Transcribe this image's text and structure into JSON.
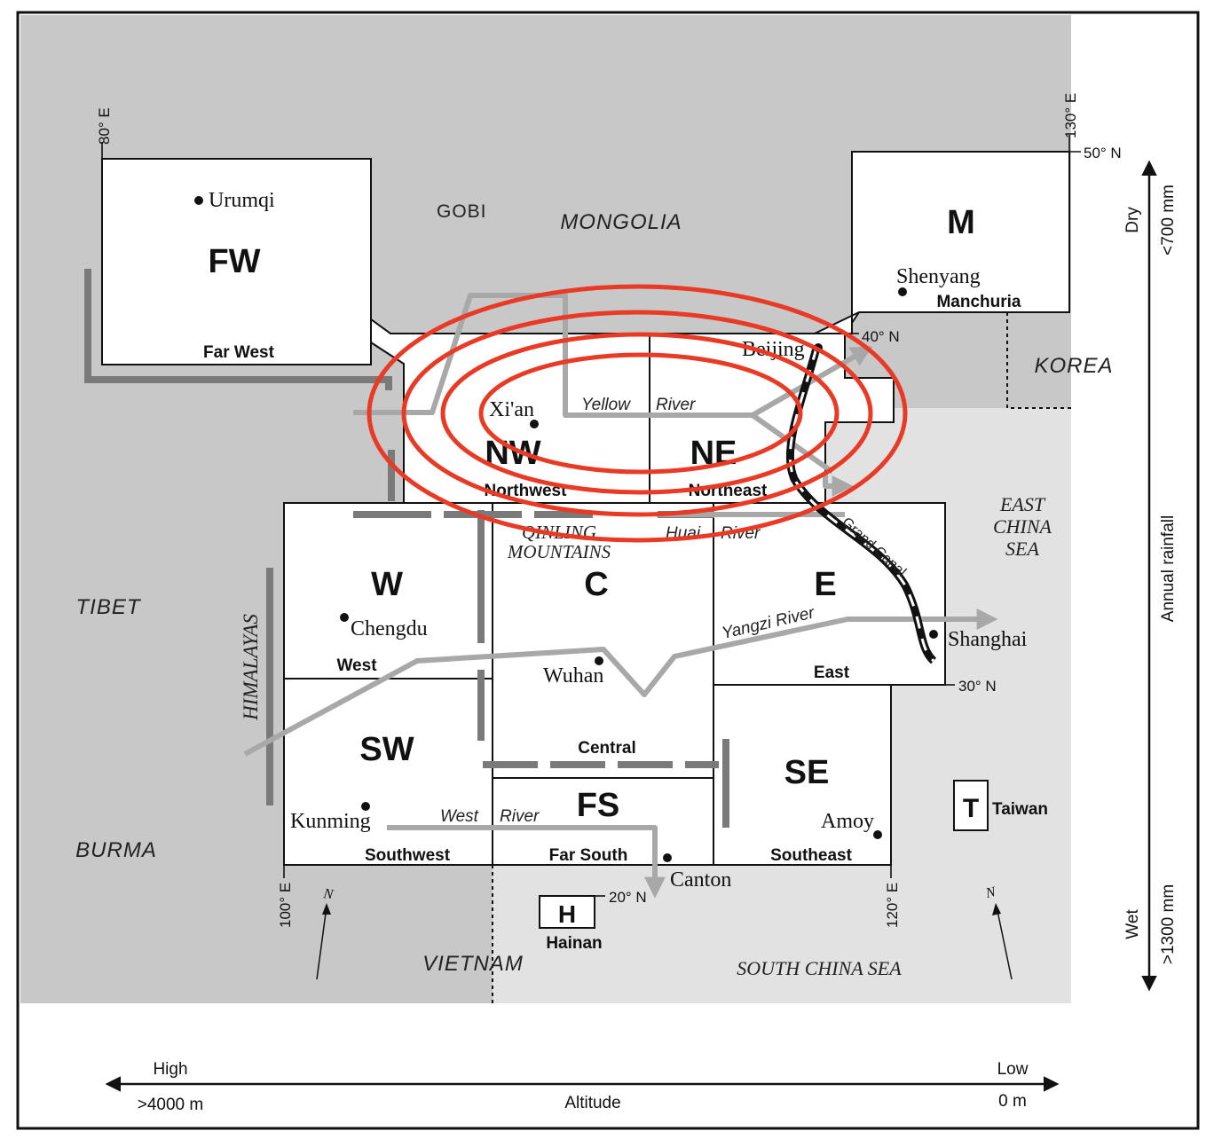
{
  "regions": [
    {
      "code": "FW",
      "label": "Far West"
    },
    {
      "code": "NW",
      "label": "Northwest"
    },
    {
      "code": "NE",
      "label": "Northeast"
    },
    {
      "code": "M",
      "label": "Manchuria"
    },
    {
      "code": "W",
      "label": "West"
    },
    {
      "code": "C",
      "label": "Central"
    },
    {
      "code": "E",
      "label": "East"
    },
    {
      "code": "SW",
      "label": "Southwest"
    },
    {
      "code": "FS",
      "label": "Far South"
    },
    {
      "code": "SE",
      "label": "Southeast"
    },
    {
      "code": "T",
      "label": "Taiwan"
    },
    {
      "code": "H",
      "label": "Hainan"
    }
  ],
  "cities": [
    "Urumqi",
    "Shenyang",
    "Beijing",
    "Xi'an",
    "Chengdu",
    "Wuhan",
    "Shanghai",
    "Kunming",
    "Amoy",
    "Canton"
  ],
  "geography": {
    "gobi": "GOBI",
    "mongolia": "MONGOLIA",
    "korea": "KOREA",
    "tibet": "TIBET",
    "burma": "BURMA",
    "vietnam": "VIETNAM",
    "himalayas": "HIMALAYAS",
    "qinling_1": "QINLING",
    "qinling_2": "MOUNTAINS",
    "ecs_1": "EAST",
    "ecs_2": "CHINA",
    "ecs_3": "SEA",
    "scs": "SOUTH CHINA SEA"
  },
  "rivers": {
    "yellow_1": "Yellow",
    "yellow_2": "River",
    "huai_1": "Huai",
    "huai_2": "River",
    "yangzi": "Yangzi River",
    "west_1": "West",
    "west_2": "River",
    "grand_canal": "Grand Canal"
  },
  "coordinates": {
    "lon80": "80° E",
    "lon100": "100° E",
    "lon120": "120° E",
    "lon130": "130° E",
    "lat50": "50° N",
    "lat40": "40° N",
    "lat30": "30° N",
    "lat20": "20° N"
  },
  "north_symbol": "N",
  "rainfall_axis": {
    "title": "Annual rainfall",
    "dry": "Dry",
    "dry_value": "<700 mm",
    "wet": "Wet",
    "wet_value": ">1300 mm"
  },
  "altitude_axis": {
    "title": "Altitude",
    "high": "High",
    "high_value": ">4000 m",
    "low": "Low",
    "low_value": "0 m"
  },
  "colors": {
    "highland": "#c8c8c8",
    "lowland": "#e2e2e2",
    "rivers": "#a8a8a8",
    "barriers": "#7a7a7a",
    "highlight": "#e83a25"
  }
}
